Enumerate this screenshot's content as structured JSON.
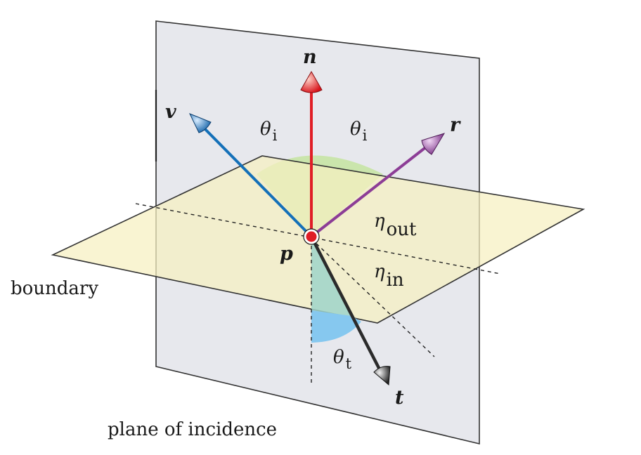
{
  "labels": {
    "normal": "n",
    "view": "v",
    "reflected": "r",
    "transmitted": "t",
    "point": "p",
    "boundary": "boundary",
    "plane_of_incidence": "plane of incidence",
    "theta_symbol": "θ",
    "eta_symbol": "η",
    "theta_incident_sub": "i",
    "theta_transmitted_sub": "t",
    "eta_out_sub": "out",
    "eta_in_sub": "in"
  },
  "colors": {
    "normal": "#e01e26",
    "view": "#1470b8",
    "reflected": "#8c3d96",
    "transmitted": "#2b2b2b",
    "point": "#e01e26",
    "boundary_plane": "#f7f1c7",
    "incidence_plane": "#c9ccd6",
    "incident_angle": "#bfe3a0",
    "transmitted_angle": "#7fc6ee"
  }
}
